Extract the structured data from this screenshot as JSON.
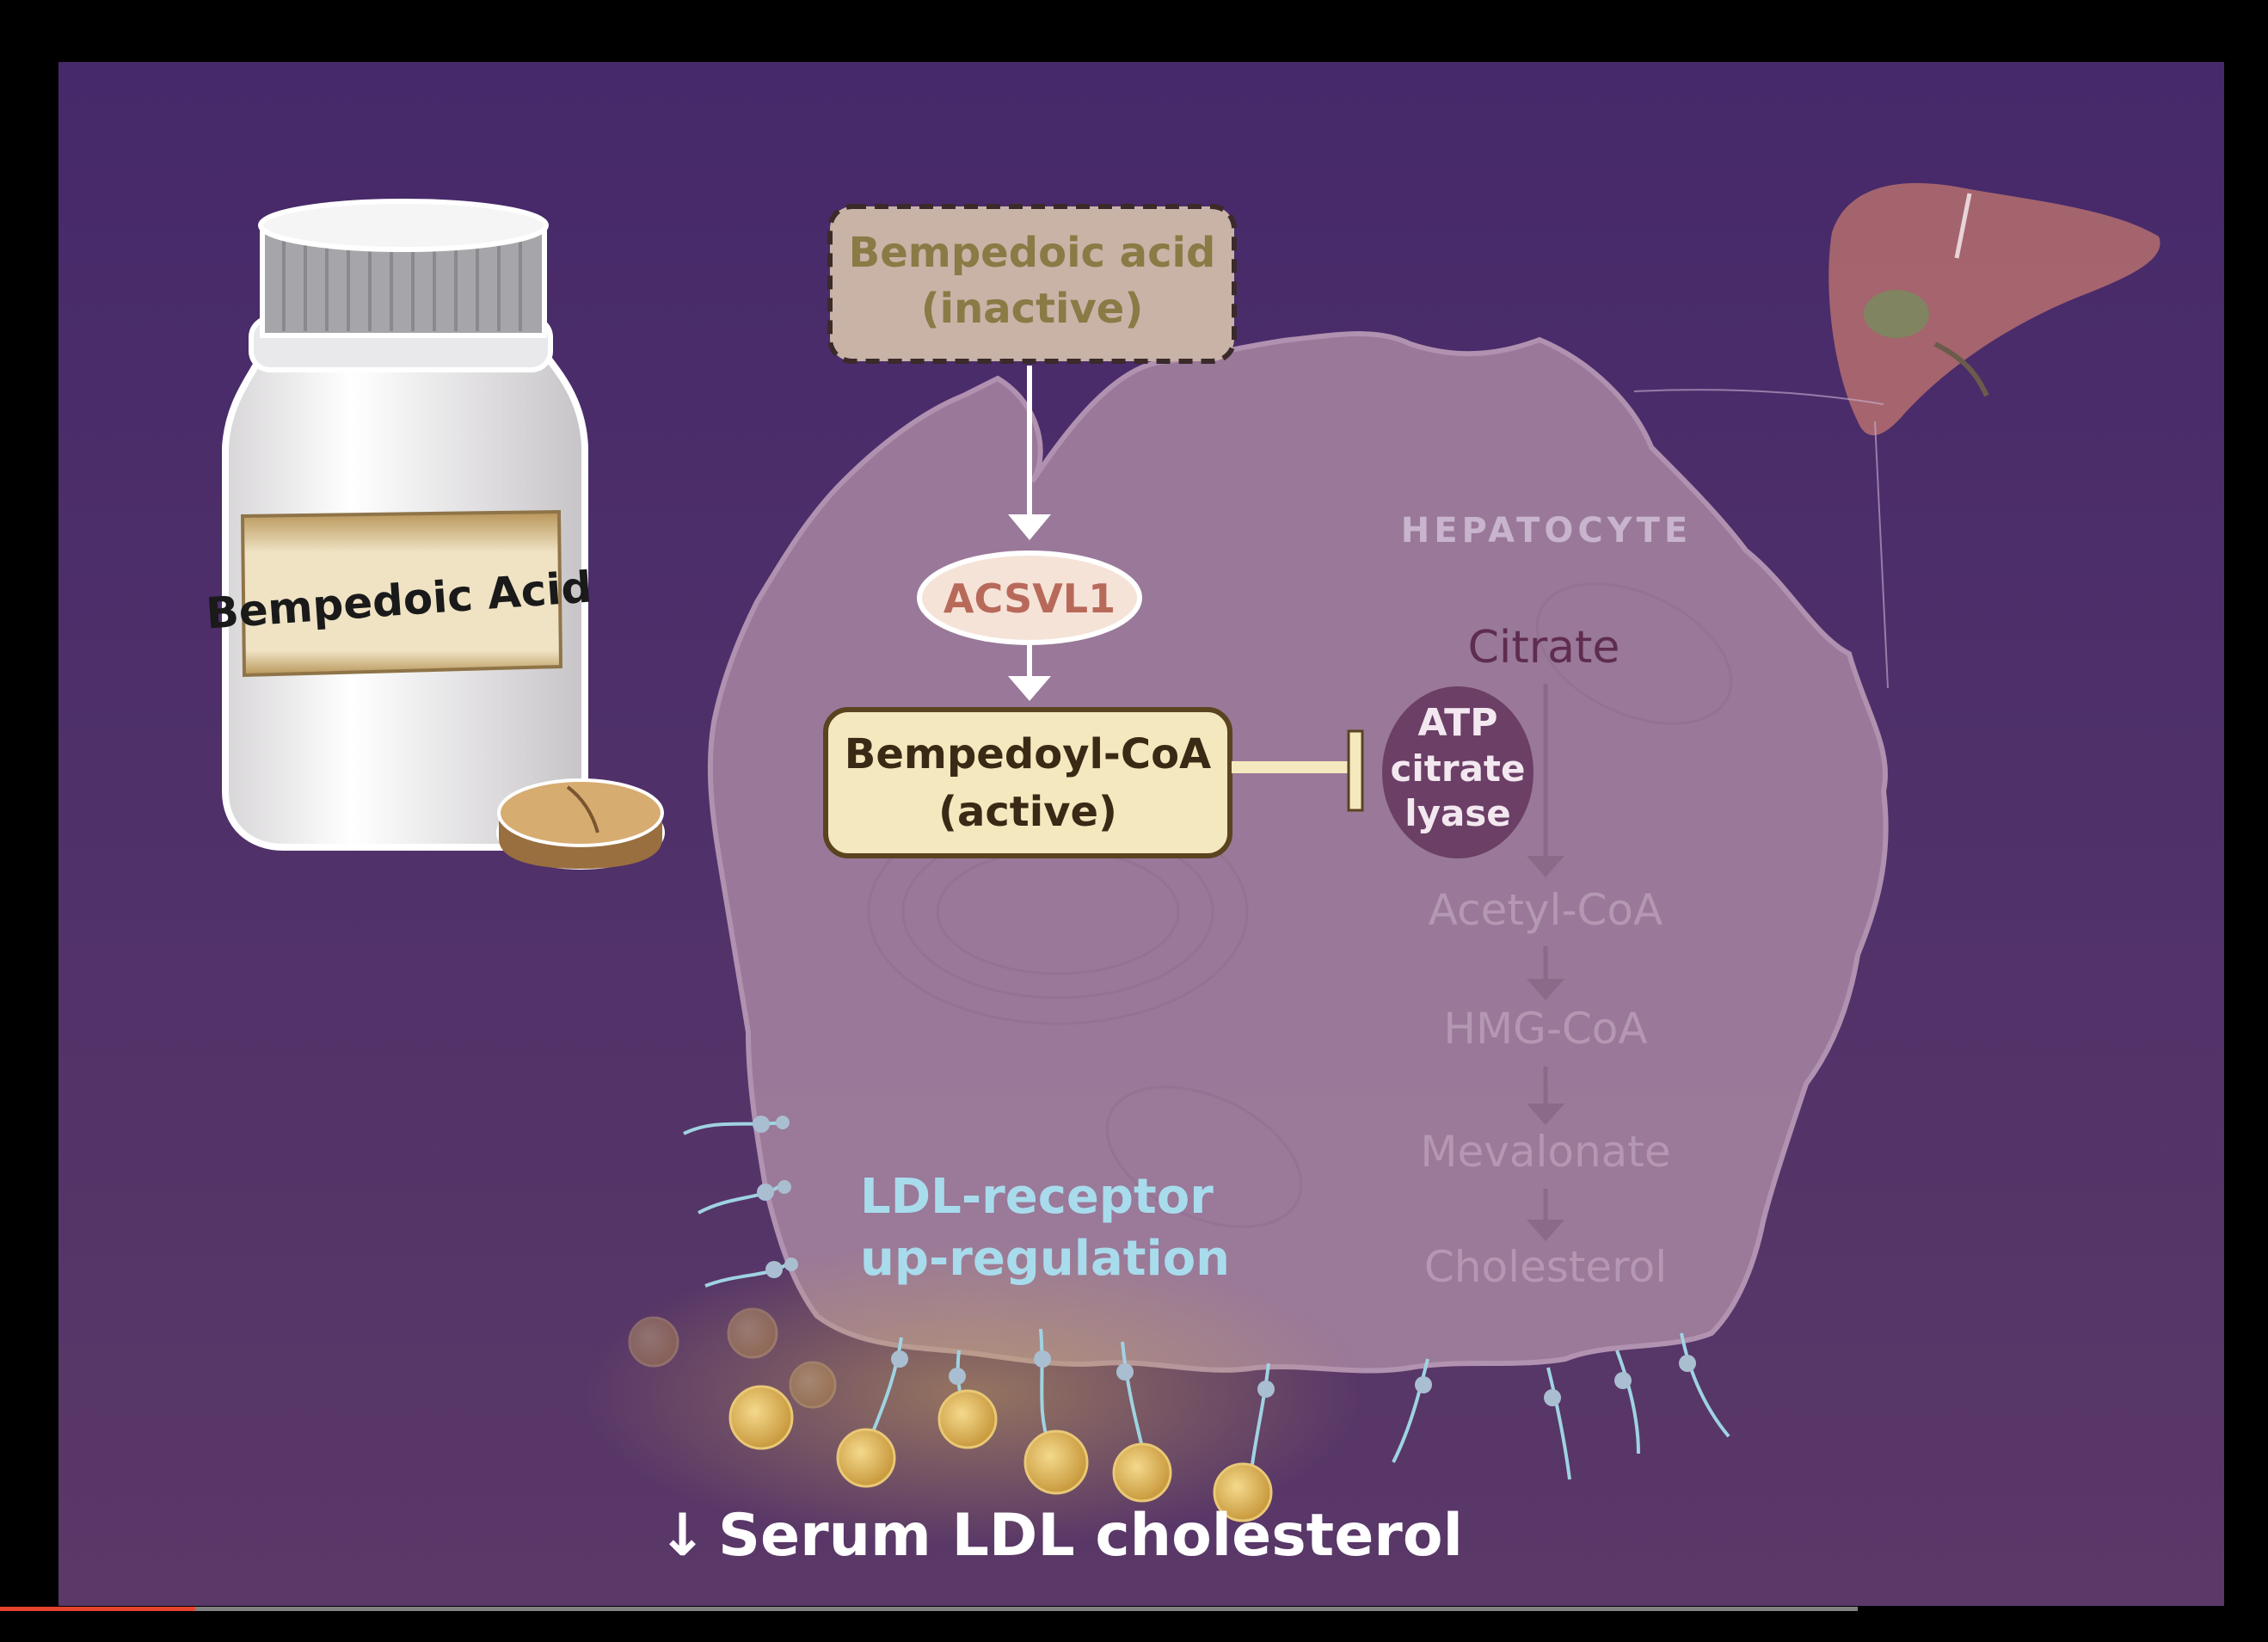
{
  "bottle_label": "Bempedoic Acid",
  "prodrug": {
    "line1": "Bempedoic acid",
    "line2": "(inactive)"
  },
  "enzyme": "ACSVL1",
  "active_drug": {
    "line1": "Bempedoyl-CoA",
    "line2": "(active)"
  },
  "cell_label": "HEPATOCYTE",
  "pathway": {
    "start": "Citrate",
    "blocked_enzyme": {
      "line1": "ATP",
      "line2": "citrate",
      "line3": "lyase"
    },
    "steps": [
      "Acetyl-CoA",
      "HMG-CoA",
      "Mevalonate",
      "Cholesterol"
    ]
  },
  "ldl_receptor": {
    "line1": "LDL-receptor",
    "line2": "up-regulation"
  },
  "outcome": {
    "arrow": "↓",
    "text": "Serum LDL cholesterol"
  },
  "video_progress_fraction": 0.105,
  "colors": {
    "background": "#4a2b68",
    "cell": "#a07f9e",
    "prodrug_text": "#8a7a45",
    "active_box": "#f4e8bf",
    "enzyme_text": "#b86a5a",
    "blocked_enzyme_fill": "#6b3f66",
    "receptor_text": "#a8dcec",
    "progress": "#e8432e"
  }
}
